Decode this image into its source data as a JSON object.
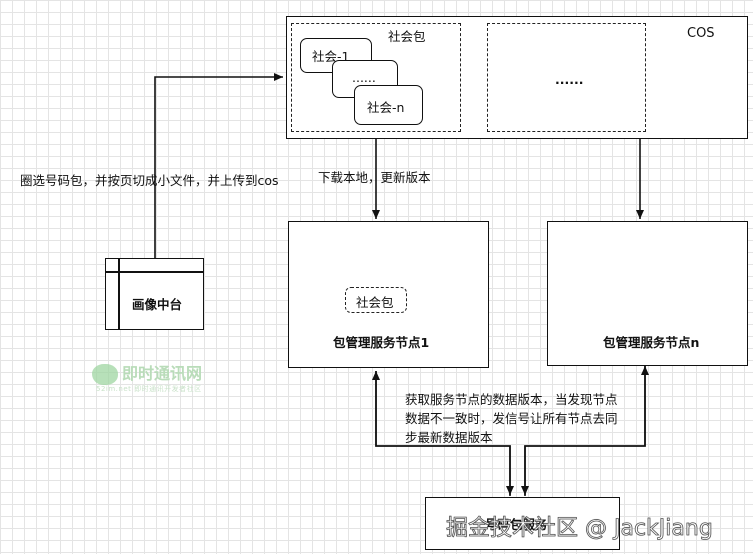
{
  "cos": {
    "label": "COS",
    "package_group_label": "社会包",
    "packages": [
      "社会-1",
      "......",
      "社会-n"
    ],
    "other_group_label": "......"
  },
  "edges": {
    "upload": "圈选号码包，并按页切成小文件，并上传到cos",
    "download": "下载本地，更新版本",
    "sync_lines": [
      "获取服务节点的数据版本，当发现节点",
      "数据不一致时，发信号让所有节点去同",
      "步最新数据版本"
    ]
  },
  "portrait_center": {
    "label": "画像中台"
  },
  "node1": {
    "label": "包管理服务节点1",
    "package_label": "社会包"
  },
  "noden": {
    "label": "包管理服务节点n"
  },
  "bottom_box": {
    "label": "号码包服务"
  },
  "watermarks": {
    "left_title": "即时通讯网",
    "left_sub": "52im.net 即时通讯开发者社区",
    "right": "掘金技术社区 @ JackJiang"
  }
}
